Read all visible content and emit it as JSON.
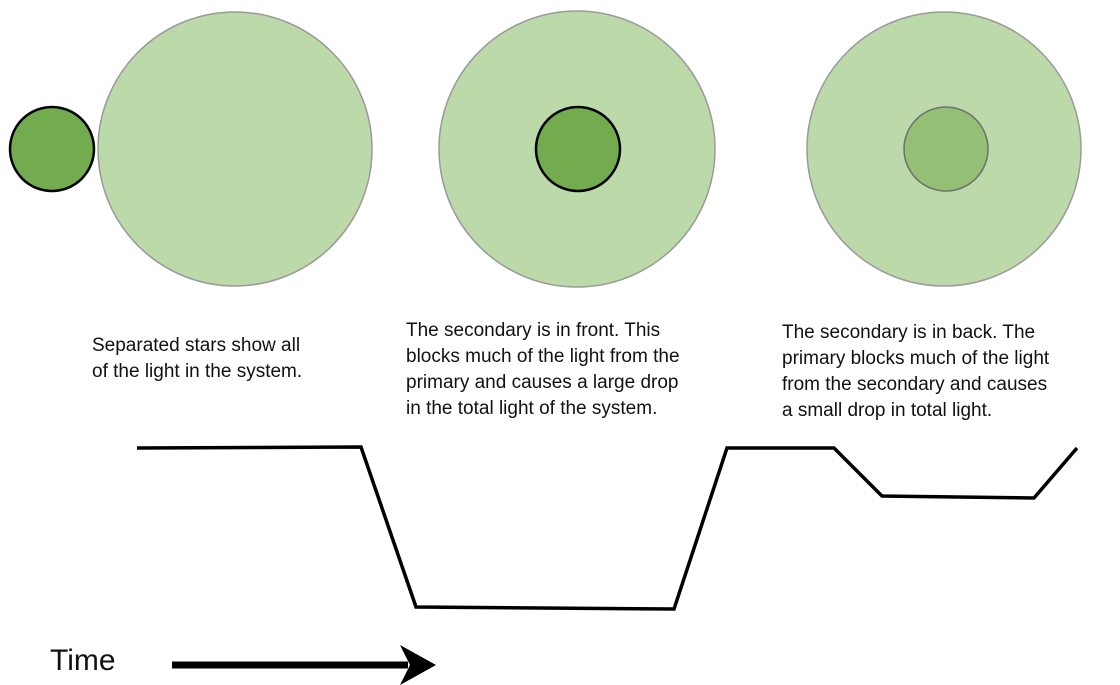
{
  "colors": {
    "primary_star_fill": "#bcd9a9",
    "secondary_star_fill": "#73ab4f",
    "secondary_hidden_fill": "#93c075",
    "outline": "#000000",
    "curve": "#000000"
  },
  "captions": {
    "panel_1": [
      "Separated stars show all",
      "of the light in the system."
    ],
    "panel_2": [
      "The secondary is in front.  This",
      "blocks much of the light from the",
      "primary and causes a large drop",
      "in the total light of the system."
    ],
    "panel_3": [
      "The secondary is in back.  The",
      "primary blocks much of the light",
      "from the secondary and causes",
      "a small drop in total light."
    ]
  },
  "time_axis": {
    "label": "Time"
  }
}
